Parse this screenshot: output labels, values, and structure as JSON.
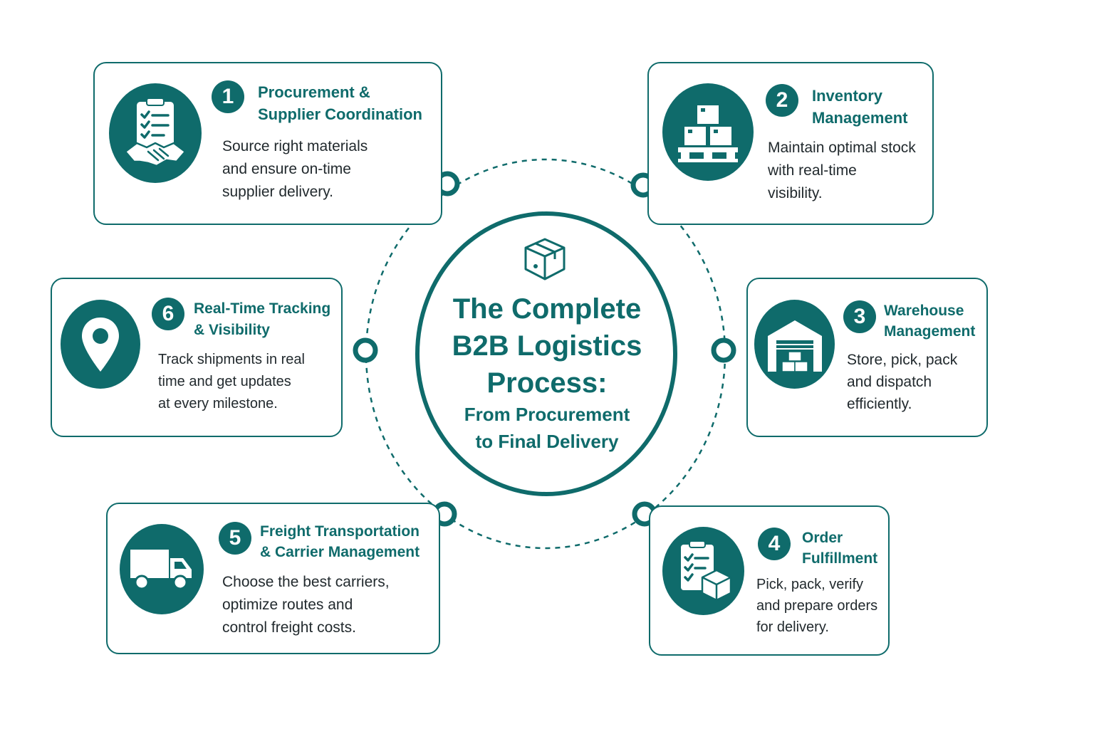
{
  "diagram": {
    "center": {
      "title": "The Complete\nB2B Logistics\nProcess:",
      "subtitle": "From Procurement\nto Final Delivery",
      "icon": "package-box-icon"
    },
    "steps": [
      {
        "number": "1",
        "title": "Procurement &\nSupplier Coordination",
        "description": "Source right materials\nand ensure on-time\nsupplier delivery.",
        "icon": "clipboard-handshake-icon"
      },
      {
        "number": "2",
        "title": "Inventory\nManagement",
        "description": "Maintain optimal stock\nwith real-time\nvisibility.",
        "icon": "stacked-boxes-icon"
      },
      {
        "number": "3",
        "title": "Warehouse\nManagement",
        "description": "Store, pick, pack\nand dispatch\nefficiently.",
        "icon": "warehouse-icon"
      },
      {
        "number": "4",
        "title": "Order\nFulfillment",
        "description": "Pick, pack, verify\nand prepare orders\nfor delivery.",
        "icon": "checklist-box-icon"
      },
      {
        "number": "5",
        "title": "Freight Transportation\n& Carrier Management",
        "description": "Choose the best carriers,\noptimize routes and\ncontrol freight costs.",
        "icon": "truck-icon"
      },
      {
        "number": "6",
        "title": "Real-Time Tracking\n& Visibility",
        "description": "Track shipments in real\ntime and get updates\nat every milestone.",
        "icon": "location-pin-icon"
      }
    ]
  },
  "colors": {
    "primary": "#0f6b6b",
    "text": "#222a2e",
    "background": "#ffffff"
  }
}
